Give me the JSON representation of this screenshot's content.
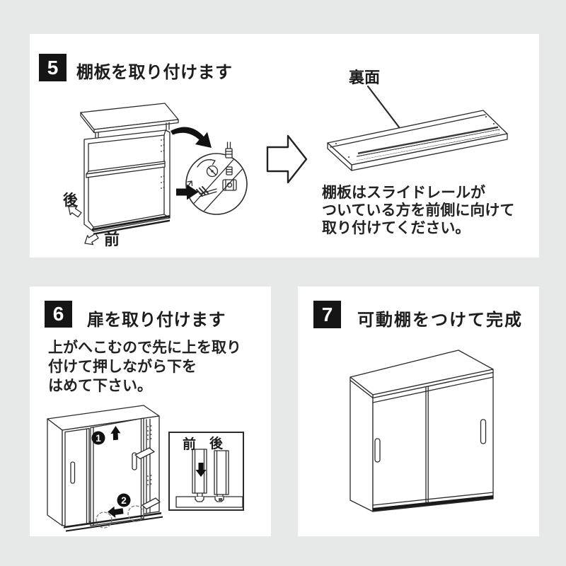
{
  "colors": {
    "background": "#e7e8e8",
    "panel": "#ffffff",
    "badge": "#151515",
    "ink": "#1c1c1c"
  },
  "step5": {
    "number": "5",
    "title": "棚板を取り付けます",
    "label_back": "後",
    "label_front": "前",
    "label_reverse": "裏面",
    "note_line1": "棚板はスライドレールが",
    "note_line2": "ついている方を前側に向けて",
    "note_line3": "取り付けてください。"
  },
  "step6": {
    "number": "6",
    "title": "扉を取り付けます",
    "body_line1": "上がへこむので先に上を取り",
    "body_line2": "付けて押しながら下を",
    "body_line3": "はめて下さい。",
    "marker1": "1",
    "marker2": "2",
    "inset_front": "前",
    "inset_back": "後"
  },
  "step7": {
    "number": "7",
    "title": "可動棚をつけて完成"
  }
}
